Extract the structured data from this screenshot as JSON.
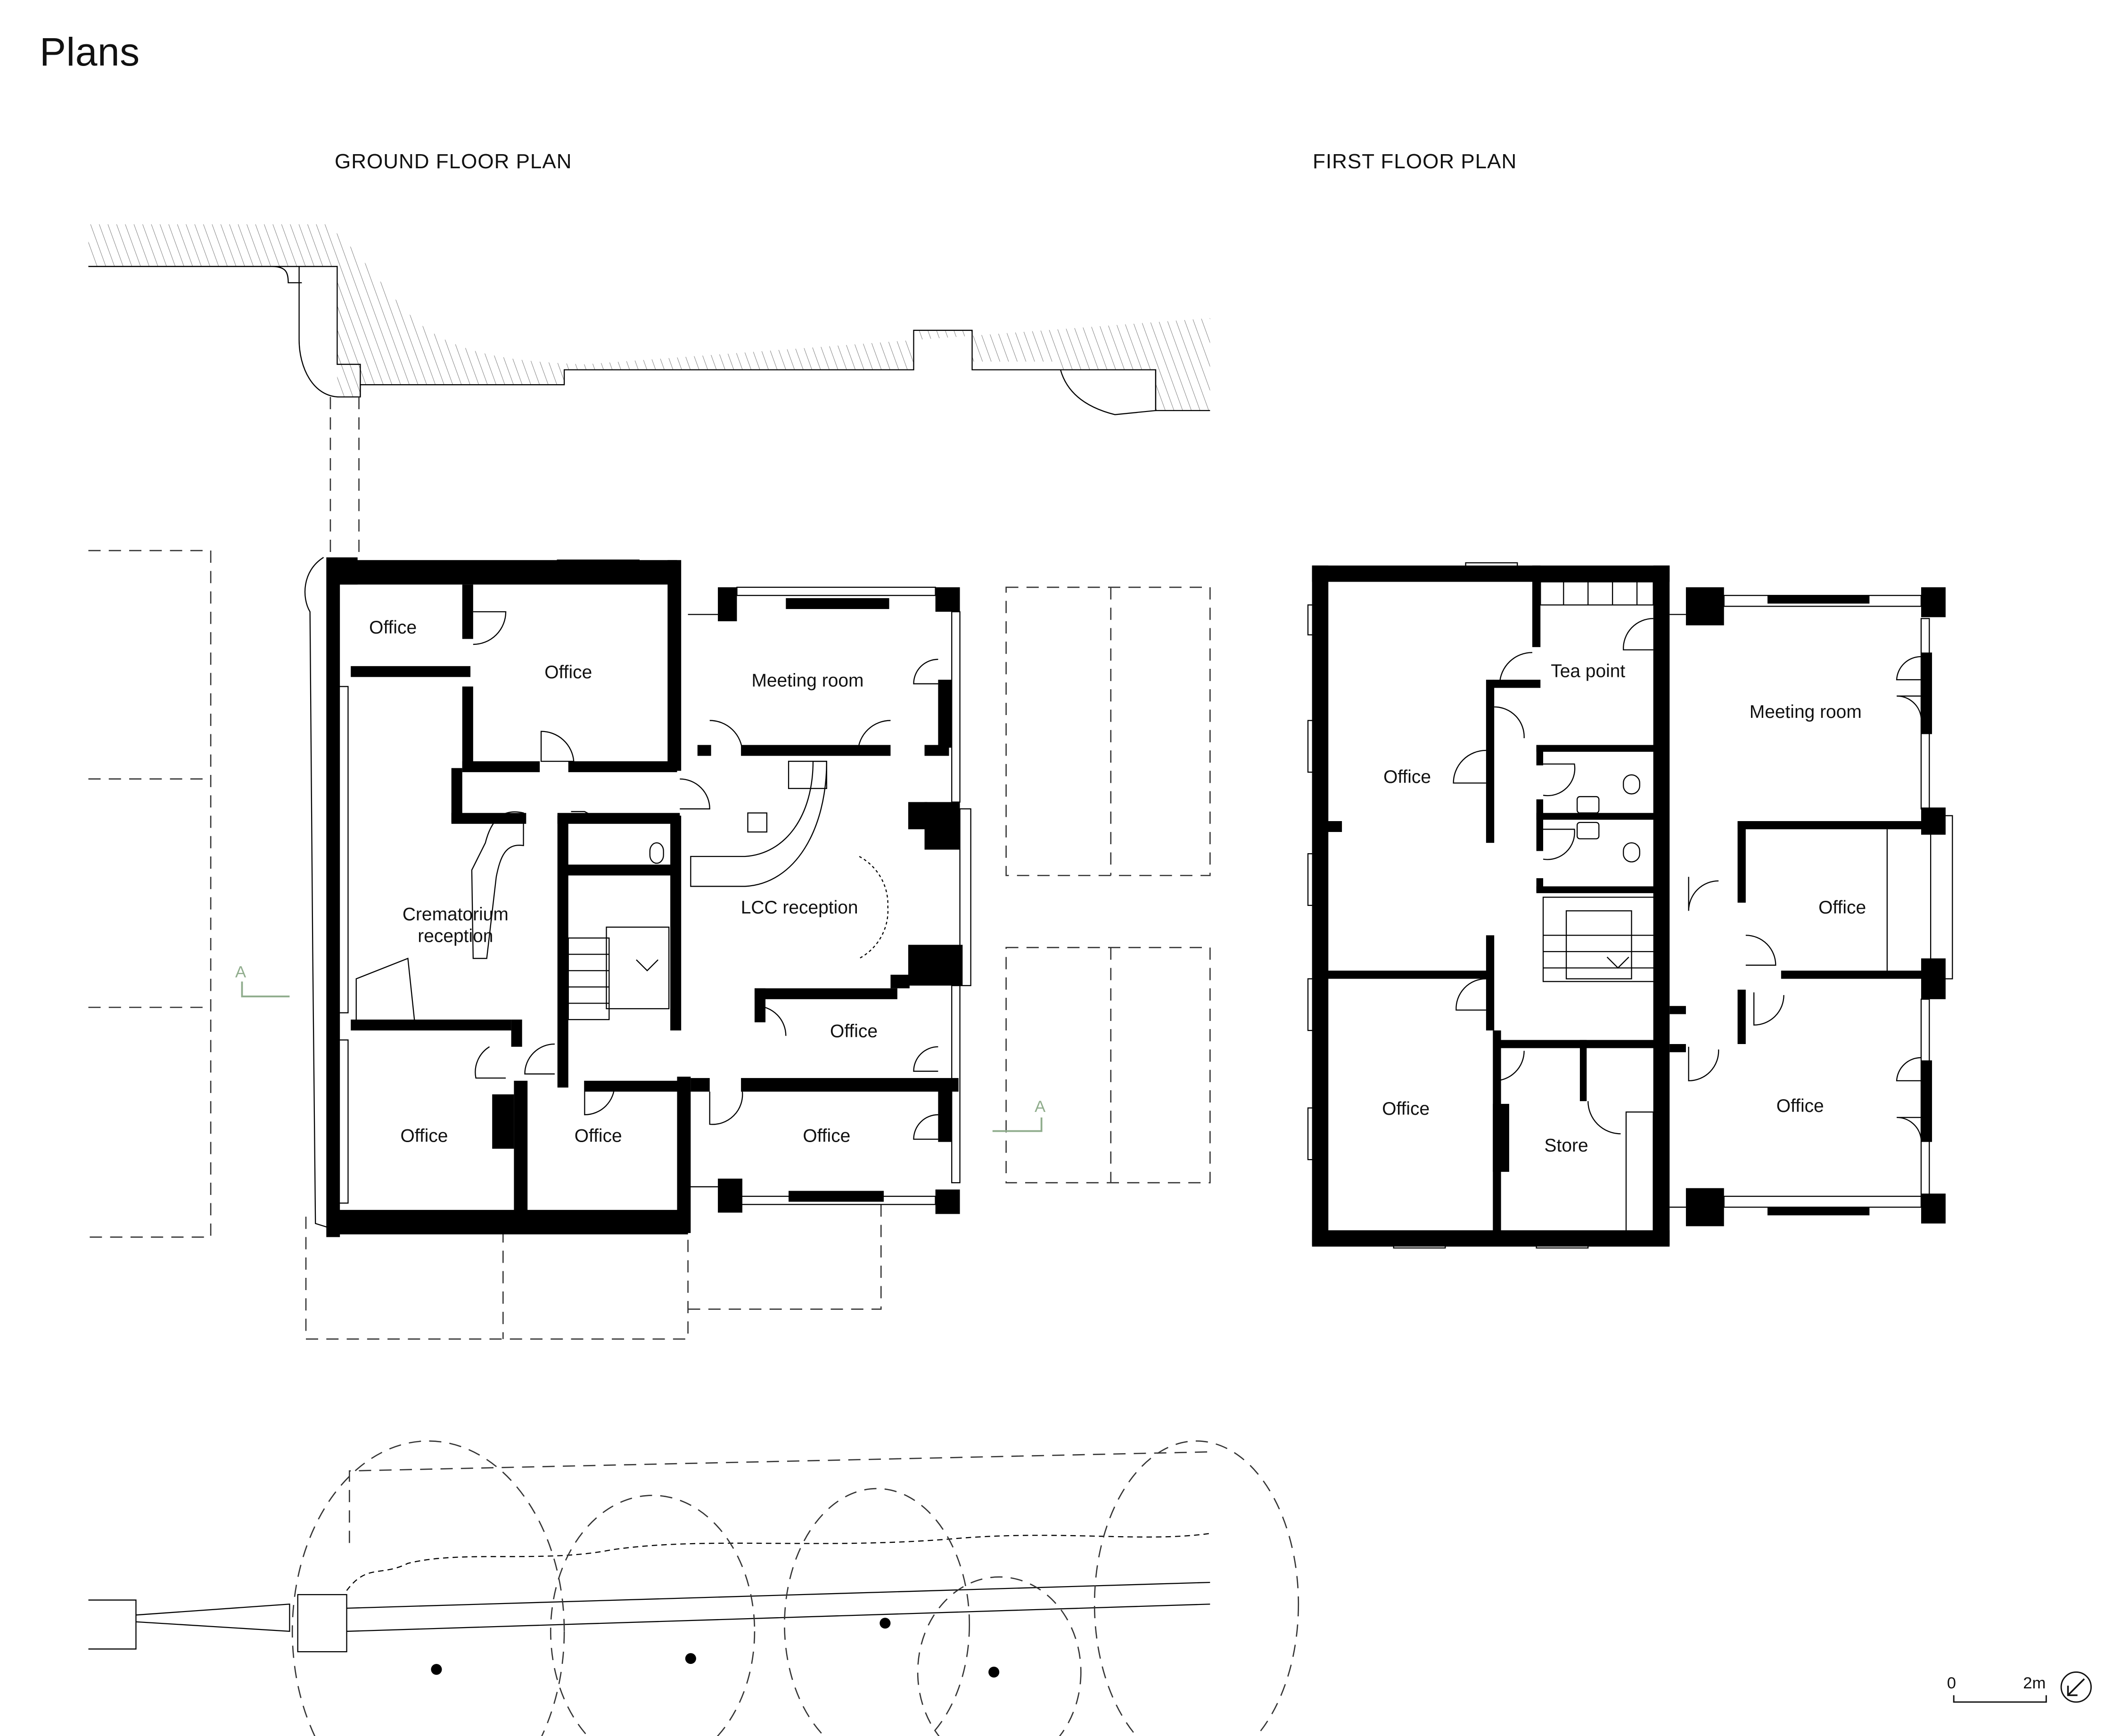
{
  "page": {
    "title": "Plans"
  },
  "ground_floor": {
    "title": "GROUND FLOOR PLAN",
    "rooms": [
      {
        "label": "Office"
      },
      {
        "label": "Office"
      },
      {
        "label": "Meeting room"
      },
      {
        "label": "Crematorium"
      },
      {
        "label": "reception"
      },
      {
        "label": "LCC reception"
      },
      {
        "label": "Office"
      },
      {
        "label": "Office"
      },
      {
        "label": "Office"
      },
      {
        "label": "Office"
      }
    ],
    "section_markers": [
      {
        "label": "A"
      },
      {
        "label": "A"
      }
    ]
  },
  "first_floor": {
    "title": "FIRST FLOOR PLAN",
    "rooms": [
      {
        "label": "Office"
      },
      {
        "label": "Tea point"
      },
      {
        "label": "Meeting room"
      },
      {
        "label": "Office"
      },
      {
        "label": "Office"
      },
      {
        "label": "Store"
      },
      {
        "label": "Office"
      }
    ]
  },
  "scale_bar": {
    "start": "0",
    "end": "2m"
  },
  "north_arrow": {
    "icon": "north-arrow-icon",
    "direction": "south-west"
  },
  "colors": {
    "walls": "#000000",
    "section_marker": "#8fac8c",
    "background": "#ffffff"
  }
}
